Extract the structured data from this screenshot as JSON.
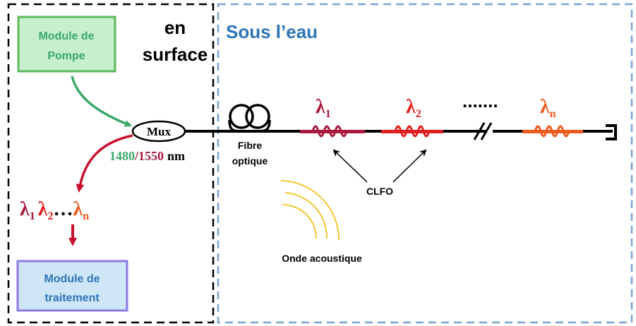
{
  "surface": {
    "title_line1": "en",
    "title_line2": "surface",
    "pump_module": {
      "line1": "Module de",
      "line2": "Pompe"
    },
    "processing_module": {
      "line1": "Module de",
      "line2": "traitement"
    },
    "mux_label": "Mux",
    "wavelength_label": {
      "pump": "1480",
      "separator": "/",
      "signal": "1550",
      "unit": "nm"
    },
    "demux_output": {
      "lambda1": {
        "symbol": "λ",
        "sub": "1"
      },
      "lambda2": {
        "symbol": "λ",
        "sub": "2"
      },
      "dots": "…",
      "lambdan": {
        "symbol": "λ",
        "sub": "n"
      }
    }
  },
  "underwater": {
    "title": "Sous l’eau",
    "fiber_label": {
      "line1": "Fibre",
      "line2": "optique"
    },
    "gratings": [
      {
        "symbol": "λ",
        "sub": "1"
      },
      {
        "symbol": "λ",
        "sub": "2"
      },
      {
        "symbol": "λ",
        "sub": "n"
      }
    ],
    "ellipsis": ".......",
    "clfo_label": "CLFO",
    "acoustic_label": "Onde acoustique"
  },
  "colors": {
    "dark_red": "#a8193d",
    "red": "#e02020",
    "orange": "#f05a1e",
    "green": "#3aa86b",
    "blue": "#2e75b6",
    "pump_fill": "#c6efce",
    "pump_border": "#5cb85c",
    "processing_fill": "#cfe6f7",
    "processing_border": "#8c7be6",
    "wave": "#f2c21a"
  }
}
